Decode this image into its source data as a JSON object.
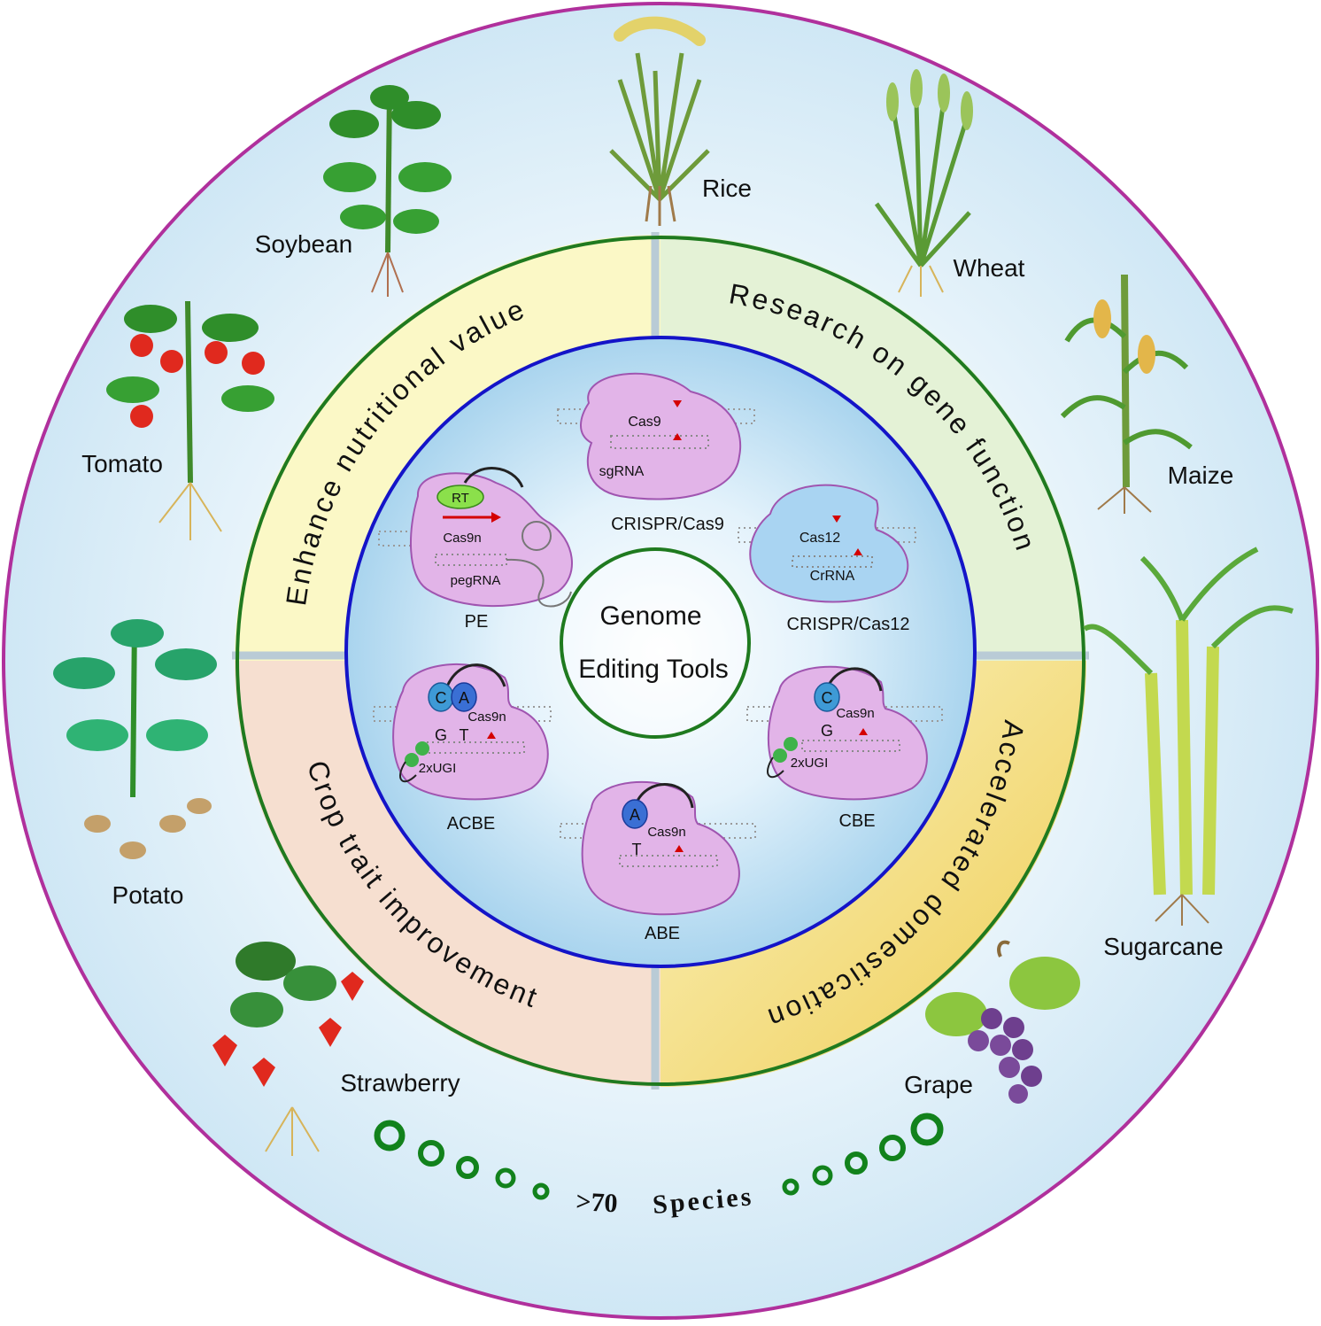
{
  "center": {
    "line1": "Genome",
    "line2": "Editing Tools"
  },
  "sectors": {
    "nutrition": "Enhance nutritional value",
    "gene_function": "Research on gene function",
    "domestication": "Accelerated domestication",
    "trait": "Crop trait improvement"
  },
  "tools": {
    "cas9": {
      "label": "CRISPR/Cas9",
      "protein": "Cas9",
      "rna": "sgRNA"
    },
    "cas12": {
      "label": "CRISPR/Cas12",
      "protein": "Cas12",
      "rna": "CrRNA"
    },
    "pe": {
      "label": "PE",
      "protein": "Cas9n",
      "rna": "pegRNA",
      "enzyme": "RT"
    },
    "acbe": {
      "label": "ACBE",
      "protein": "Cas9n",
      "base1": "C",
      "base2": "A",
      "base3": "G",
      "base4": "T",
      "ugi": "2xUGI"
    },
    "cbe": {
      "label": "CBE",
      "protein": "Cas9n",
      "base1": "C",
      "base2": "G",
      "ugi": "2xUGI"
    },
    "abe": {
      "label": "ABE",
      "protein": "Cas9n",
      "base1": "A",
      "base2": "T"
    }
  },
  "crops": {
    "rice": "Rice",
    "soybean": "Soybean",
    "wheat": "Wheat",
    "tomato": "Tomato",
    "maize": "Maize",
    "potato": "Potato",
    "sugarcane": "Sugarcane",
    "strawberry": "Strawberry",
    "grape": "Grape"
  },
  "species": {
    "count": ">70",
    "word": "Species"
  },
  "colors": {
    "outer_ring": "#b0309c",
    "middle_ring": "#1f7a1f",
    "inner_ring": "#1414c8",
    "protein": "#e2b4e8",
    "protein_cas12": "#a9d4f2",
    "dots": "#12821c",
    "sector_yellow": "#fbf8c6",
    "sector_green": "#e4f2d6",
    "sector_peach": "#f6dfd0",
    "sector_gold": "#f0d36a"
  }
}
